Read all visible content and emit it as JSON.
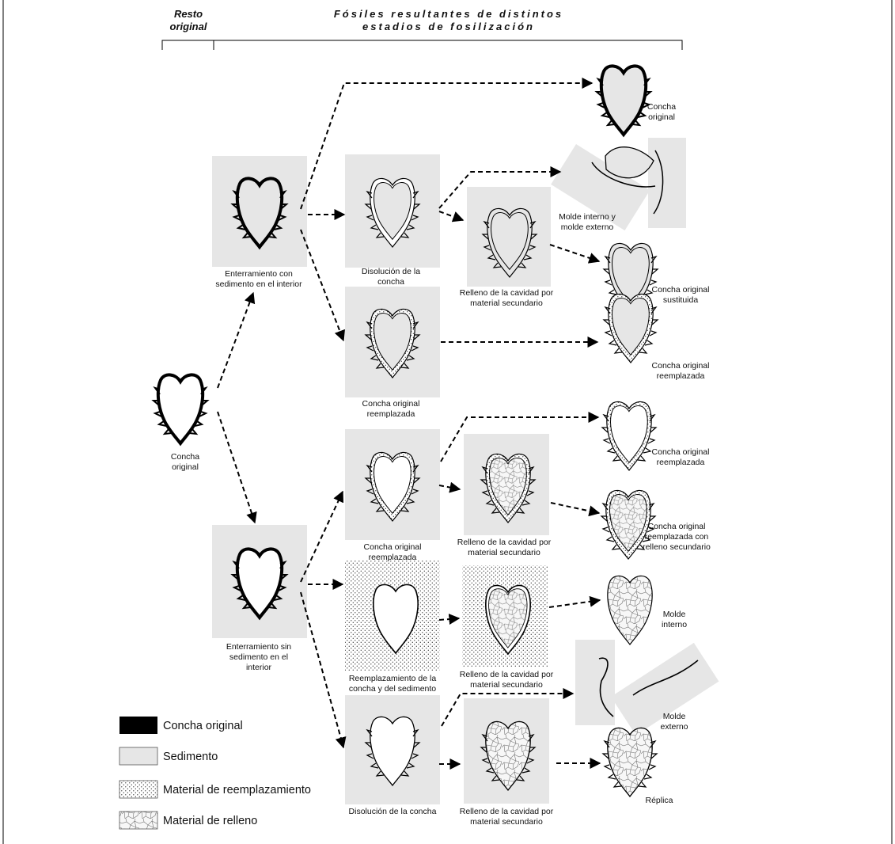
{
  "header": {
    "original_remains": [
      "Resto",
      "original"
    ],
    "fossil_stages": [
      "Fósiles resultantes de distintos",
      "estadios de fosilización"
    ]
  },
  "legend": {
    "original_shell": "Concha original",
    "sediment": "Sedimento",
    "replacement_material": "Material de reemplazamiento",
    "fill_material": "Material de relleno"
  },
  "captions": {
    "start_shell": [
      "Concha",
      "original"
    ],
    "burial_with_sediment": [
      "Enterramiento con",
      "sedimento en el interior"
    ],
    "burial_without_sediment": [
      "Enterramiento sin",
      "sedimento en el",
      "interior"
    ],
    "shell_dissolution_upper": [
      "Disolución de la",
      "concha"
    ],
    "replaced_shell_upper": [
      "Concha original",
      "reemplazada"
    ],
    "cavity_fill_upper": [
      "Relleno de la cavidad por",
      "material secundario"
    ],
    "replaced_shell_lower": [
      "Concha original",
      "reemplazada"
    ],
    "cavity_fill_lower_1": [
      "Relleno de la cavidad por",
      "material secundario"
    ],
    "shell_and_sediment_replacement": [
      "Reemplazamiento  de la",
      "concha y del sedimento"
    ],
    "cavity_fill_lower_2": [
      "Relleno de la cavidad por",
      "material secundario"
    ],
    "shell_dissolution_lower": [
      "Disolución de la concha"
    ],
    "cavity_fill_lower_3": [
      "Relleno de la cavidad por",
      "material secundario"
    ]
  },
  "results": {
    "original_shell": [
      "Concha",
      "original"
    ],
    "internal_external_mold": [
      "Molde interno y",
      "molde externo"
    ],
    "substituted_shell": [
      "Concha original",
      "sustituida"
    ],
    "replaced_shell_1": [
      "Concha original",
      "reemplazada"
    ],
    "replaced_shell_2": [
      "Concha original",
      "reemplazada"
    ],
    "replaced_shell_with_fill": [
      "Concha original",
      "reemplazada con",
      "relleno secundario"
    ],
    "internal_mold": [
      "Molde",
      "interno"
    ],
    "external_mold": [
      "Molde",
      "externo"
    ],
    "replica": [
      "Réplica"
    ]
  },
  "colors": {
    "shell": "#000000",
    "sediment": "#e6e6e6",
    "line": "#000000"
  }
}
